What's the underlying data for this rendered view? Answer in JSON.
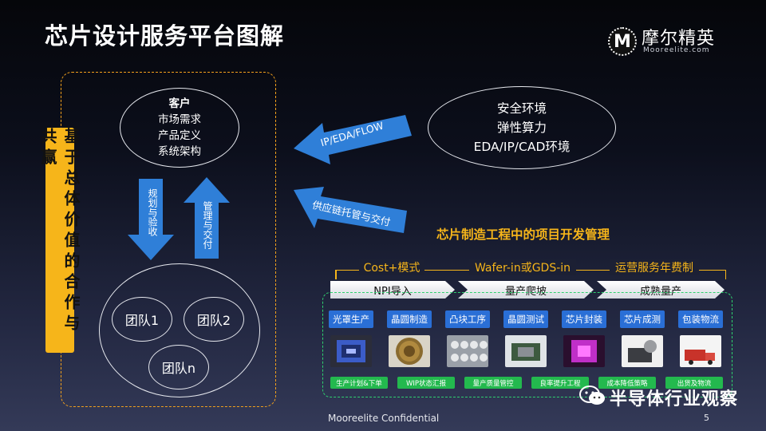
{
  "title": "芯片设计服务平台图解",
  "logo": {
    "mark": "M",
    "name_cn": "摩尔精英",
    "name_en": "Mooreelite.com"
  },
  "side_banner": "基于总体价值的合作与共赢",
  "customer": {
    "heading": "客户",
    "lines": [
      "市场需求",
      "产品定义",
      "系统架构"
    ]
  },
  "arrows": {
    "down_label": "规划与验收",
    "up_label": "管理与交付",
    "ip_label": "IP/EDA/FLOW",
    "supply_label": "供应链托管与交付"
  },
  "teams": [
    "团队1",
    "团队2",
    "团队n"
  ],
  "environment": [
    "安全环境",
    "弹性算力",
    "EDA/IP/CAD环境"
  ],
  "mgmt_title": "芯片制造工程中的项目开发管理",
  "phase_labels": [
    "Cost+模式",
    "Wafer-in或GDS-in",
    "运营服务年费制"
  ],
  "stages": [
    "NPI导入",
    "量产爬坡",
    "成熟量产"
  ],
  "processes": [
    "光罩生产",
    "晶圆制造",
    "凸块工序",
    "晶圆测试",
    "芯片封装",
    "芯片成测",
    "包装物流"
  ],
  "services": [
    "生产计划&下单",
    "WIP状态汇报",
    "量产质量管控",
    "良率提升工程",
    "成本降低策略",
    "出货及物流"
  ],
  "colors": {
    "accent": "#f6b51a",
    "arrow_blue": "#2f7fd8",
    "process_blue": "#2a6fd6",
    "service_green": "#23b94e"
  },
  "footer": "Mooreelite Confidential",
  "page_number": "5",
  "watermark": "半导体行业观察"
}
